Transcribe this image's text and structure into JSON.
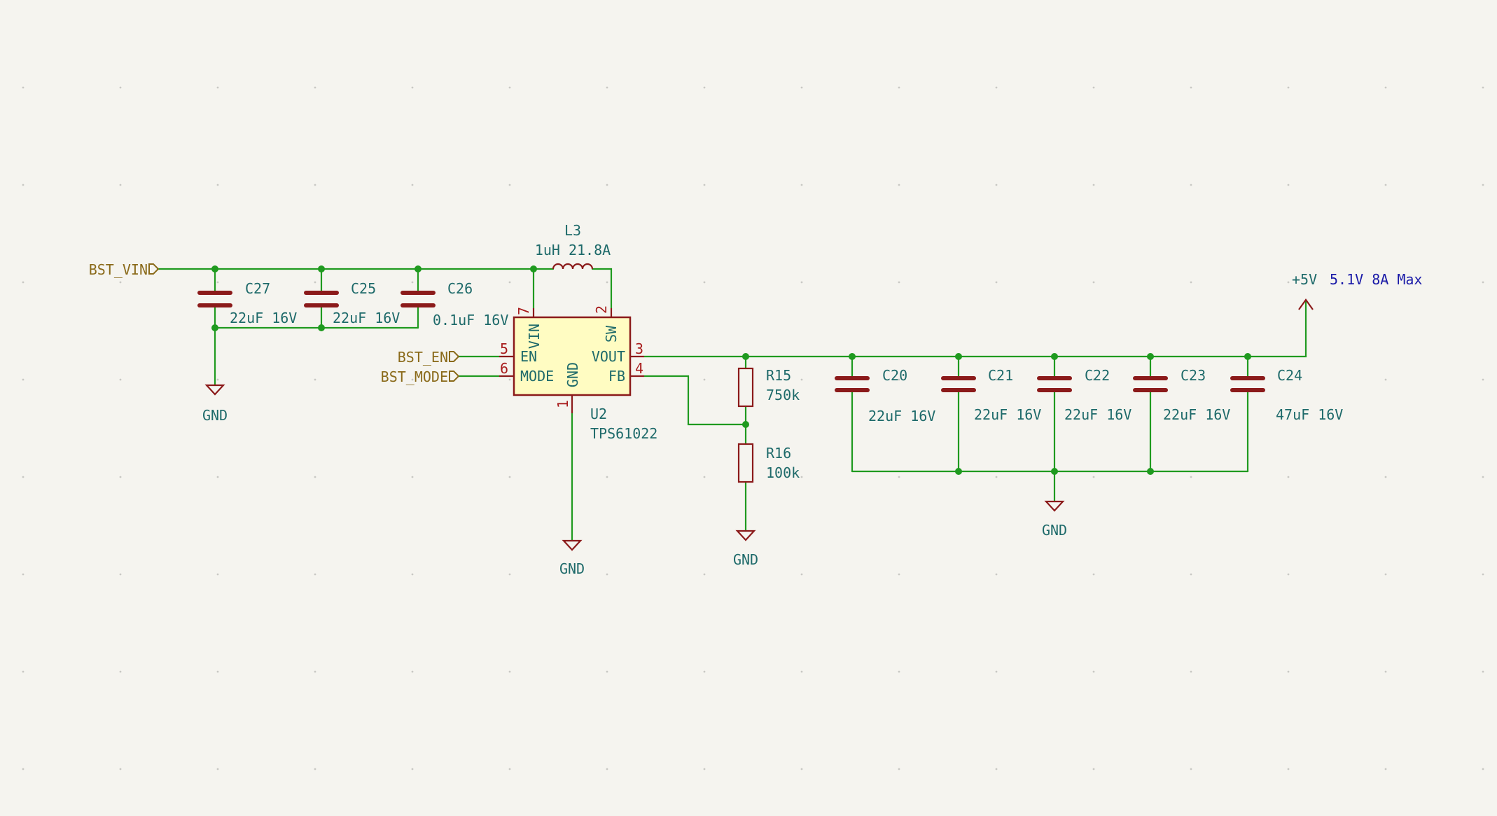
{
  "net_labels": {
    "bst_vin": "BST_VIN",
    "bst_en": "BST_EN",
    "bst_mode": "BST_MODE"
  },
  "power": {
    "rail_name": "+5V",
    "note": "5.1V 8A Max",
    "gnd": "GND"
  },
  "inductor": {
    "ref": "L3",
    "value": "1uH 21.8A"
  },
  "ic": {
    "ref": "U2",
    "value": "TPS61022",
    "pins": {
      "vin": {
        "name": "VIN",
        "num": "7"
      },
      "sw": {
        "name": "SW",
        "num": "2"
      },
      "en": {
        "name": "EN",
        "num": "5"
      },
      "mode": {
        "name": "MODE",
        "num": "6"
      },
      "gnd": {
        "name": "GND",
        "num": "1"
      },
      "vout": {
        "name": "VOUT",
        "num": "3"
      },
      "fb": {
        "name": "FB",
        "num": "4"
      }
    }
  },
  "input_caps": {
    "c27": {
      "ref": "C27",
      "value": "22uF 16V"
    },
    "c25": {
      "ref": "C25",
      "value": "22uF 16V"
    },
    "c26": {
      "ref": "C26",
      "value": "0.1uF 16V"
    }
  },
  "resistors": {
    "r15": {
      "ref": "R15",
      "value": "750k"
    },
    "r16": {
      "ref": "R16",
      "value": "100k"
    }
  },
  "output_caps": {
    "c20": {
      "ref": "C20",
      "value": "22uF 16V"
    },
    "c21": {
      "ref": "C21",
      "value": "22uF 16V"
    },
    "c22": {
      "ref": "C22",
      "value": "22uF 16V"
    },
    "c23": {
      "ref": "C23",
      "value": "22uF 16V"
    },
    "c24": {
      "ref": "C24",
      "value": "47uF 16V"
    }
  },
  "colors": {
    "background": "#f5f4ef",
    "wire": "#1f9a1f",
    "component": "#8b1a1a",
    "ic_fill": "#fffcc2",
    "text": "#1e6a6a",
    "net_label": "#8a6a1a",
    "note": "#1a1aa8"
  }
}
